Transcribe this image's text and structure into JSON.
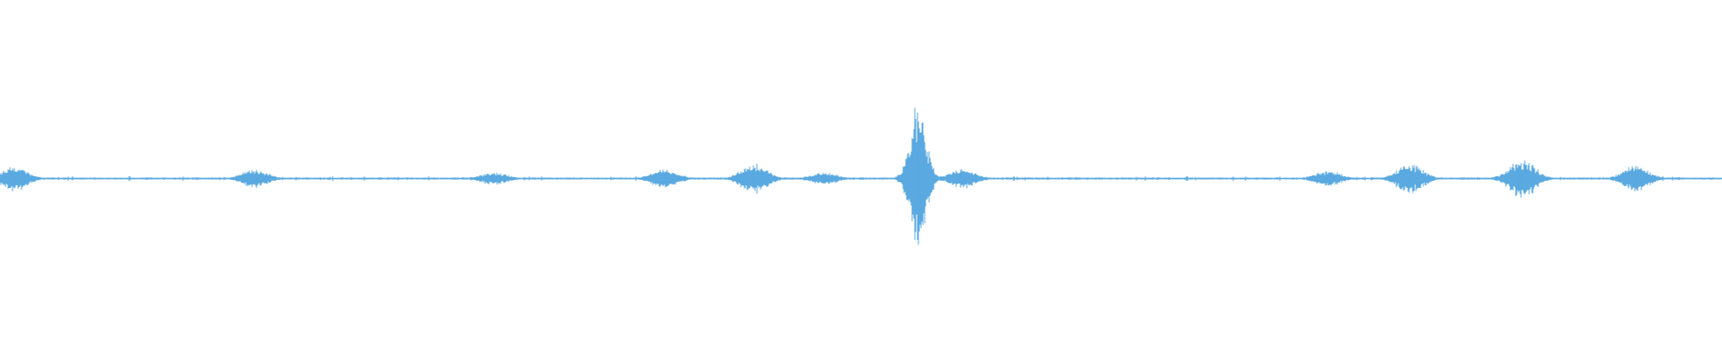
{
  "waveform": {
    "color": "#5aa9e0",
    "background": "#ffffff",
    "bursts": [
      {
        "position": 0.008,
        "level": 0.08
      },
      {
        "position": 0.148,
        "level": 0.06
      },
      {
        "position": 0.287,
        "level": 0.04
      },
      {
        "position": 0.386,
        "level": 0.06
      },
      {
        "position": 0.438,
        "level": 0.09
      },
      {
        "position": 0.479,
        "level": 0.04
      },
      {
        "position": 0.533,
        "level": 0.45
      },
      {
        "position": 0.559,
        "level": 0.06
      },
      {
        "position": 0.771,
        "level": 0.05
      },
      {
        "position": 0.819,
        "level": 0.09
      },
      {
        "position": 0.884,
        "level": 0.12
      },
      {
        "position": 0.95,
        "level": 0.08
      }
    ]
  }
}
